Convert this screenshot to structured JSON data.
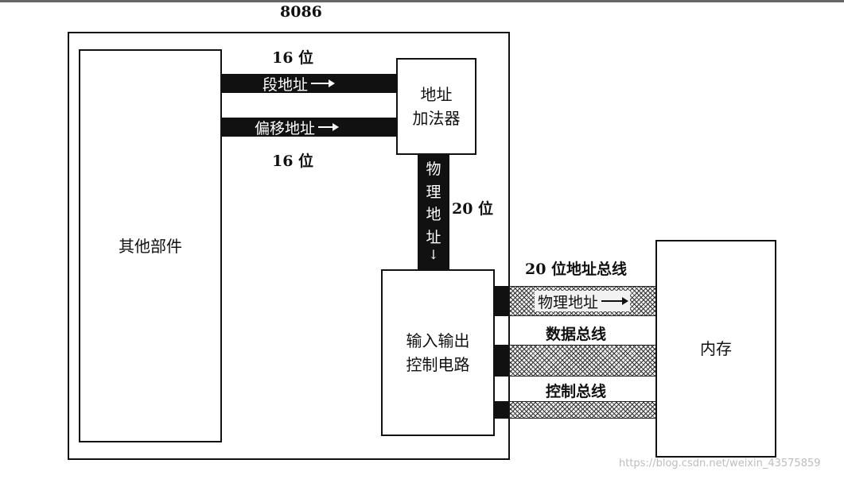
{
  "diagram": {
    "title": "8086",
    "blocks": {
      "other_components": "其他部件",
      "address_adder": [
        "地址",
        "加法器"
      ],
      "io_control": [
        "输入输出",
        "控制电路"
      ],
      "memory": "内存"
    },
    "buses": {
      "segment_width": "16 位",
      "segment_address": "段地址",
      "offset_width": "16 位",
      "offset_address": "偏移地址",
      "physical_vertical": [
        "物",
        "理",
        "地",
        "址"
      ],
      "physical_width": "20 位",
      "address_bus": "20 位地址总线",
      "physical_address": "物理地址",
      "data_bus": "数据总线",
      "control_bus": "控制总线"
    },
    "watermark": "https://blog.csdn.net/weixin_43575859"
  }
}
